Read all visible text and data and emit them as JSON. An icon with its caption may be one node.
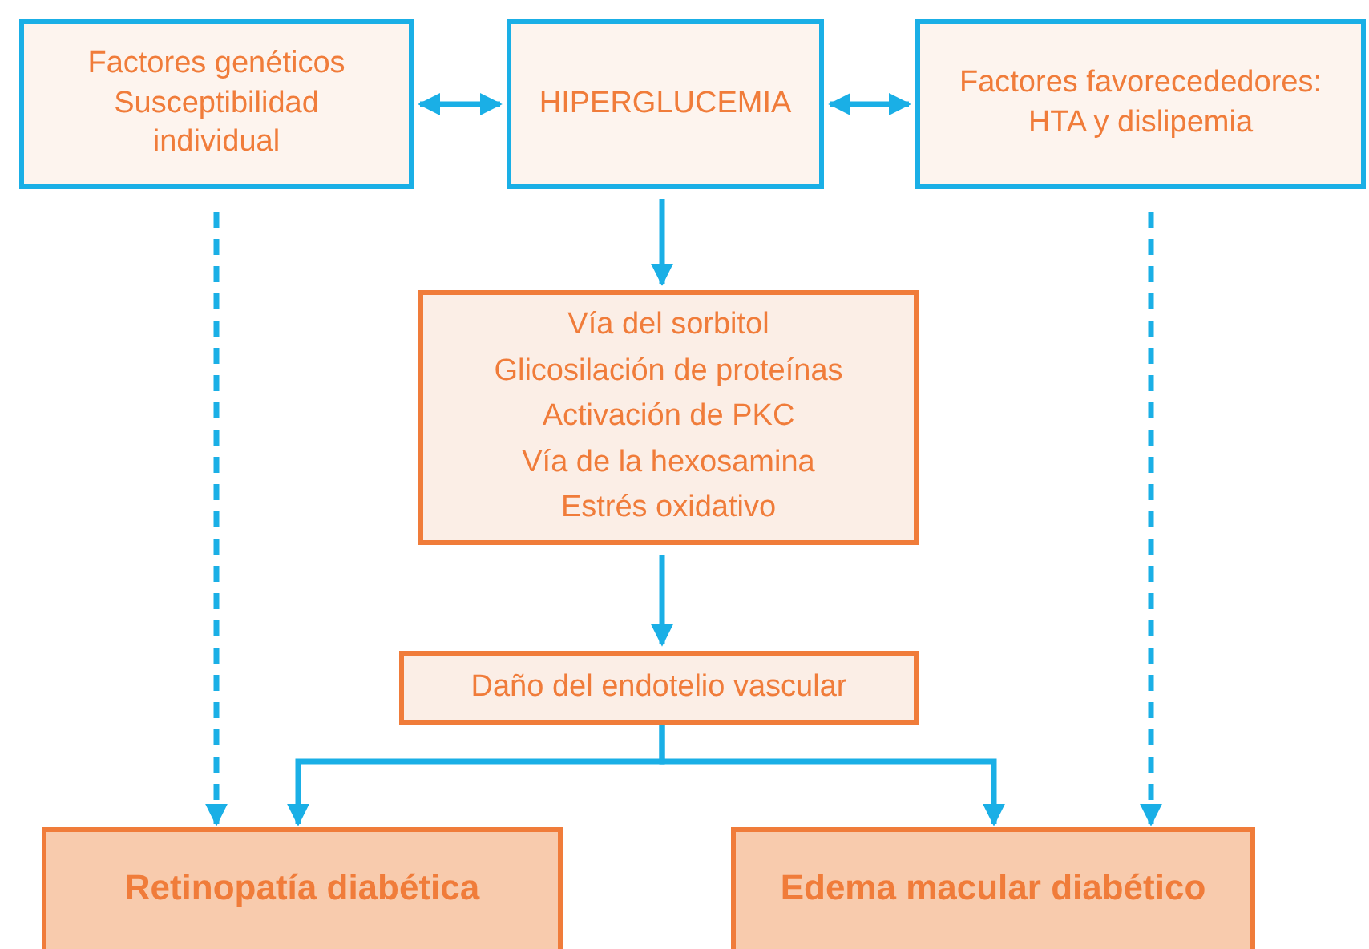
{
  "diagram": {
    "nodes": [
      {
        "text": [
          "Factores genéticos Susceptibilidad individual"
        ]
      },
      {
        "text": [
          "HIPERGLUCEMIA"
        ]
      },
      {
        "text": [
          "Factores favorecededores: HTA y dislipemia"
        ]
      },
      {
        "text": [
          "Vía del sorbitol",
          "Glicosilación de proteínas",
          "Activación de PKC",
          "Vía de la hexosamina",
          "Estrés oxidativo"
        ]
      },
      {
        "text": [
          "Daño del endotelio vascular"
        ]
      },
      {
        "text": [
          "Retinopatía diabética"
        ]
      },
      {
        "text": [
          "Edema macular diabético"
        ]
      }
    ],
    "edges": [
      {
        "from": 0,
        "to": 1,
        "arrow": "both"
      },
      {
        "from": 1,
        "to": 2,
        "arrow": "both"
      },
      {
        "from": 1,
        "to": 3,
        "arrow": "to"
      },
      {
        "from": 3,
        "to": 4,
        "arrow": "to"
      },
      {
        "from": 4,
        "to": 5,
        "arrow": "to"
      },
      {
        "from": 4,
        "to": 6,
        "arrow": "to"
      },
      {
        "from": 0,
        "to": 5,
        "arrow": "to",
        "style": "dashed"
      },
      {
        "from": 2,
        "to": 6,
        "arrow": "to",
        "style": "dashed"
      }
    ]
  }
}
